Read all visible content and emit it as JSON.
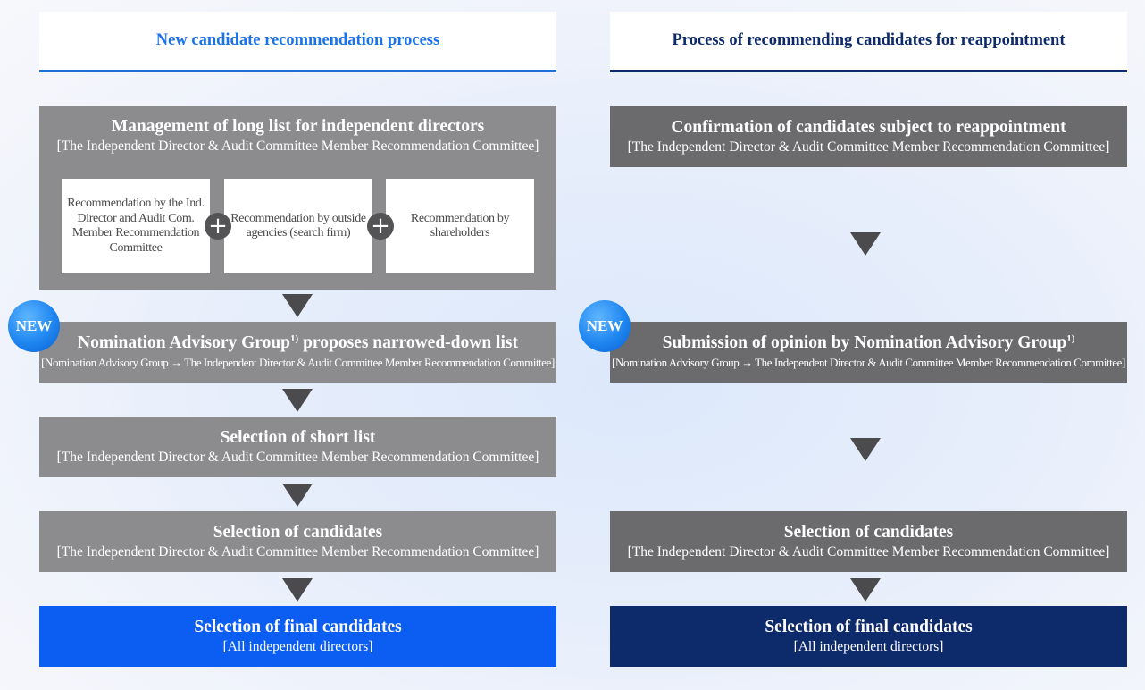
{
  "left": {
    "header": "New candidate recommendation process",
    "long_list": {
      "title": "Management of long list for independent directors",
      "sub": "[The Independent Director & Audit Committee Member Recommendation Committee]",
      "sources": [
        "Recommendation by the Ind. Director and Audit Com. Member Recommendation Committee",
        "Recommendation by outside agencies (search firm)",
        "Recommendation by shareholders"
      ]
    },
    "advisory": {
      "badge": "NEW",
      "title": "Nomination Advisory Group",
      "footnote": "1)",
      "title_rest": " proposes narrowed-down list",
      "sub": "[Nomination Advisory Group → The Independent Director & Audit Committee Member Recommendation Committee]"
    },
    "short_list": {
      "title": "Selection of short list",
      "sub": "[The Independent Director & Audit Committee Member Recommendation Committee]"
    },
    "candidates": {
      "title": "Selection of candidates",
      "sub": "[The Independent Director & Audit Committee Member Recommendation Committee]"
    },
    "final": {
      "title": "Selection of final candidates",
      "sub": "[All independent directors]"
    }
  },
  "right": {
    "header": "Process of recommending candidates for reappointment",
    "confirmation": {
      "title": "Confirmation of candidates subject to reappointment",
      "sub": "[The Independent Director & Audit Committee Member Recommendation Committee]"
    },
    "advisory": {
      "badge": "NEW",
      "title": "Submission of opinion by Nomination Advisory Group",
      "footnote": "1)",
      "sub": "[Nomination Advisory Group → The Independent Director & Audit Committee Member Recommendation Committee]"
    },
    "candidates": {
      "title": "Selection of candidates",
      "sub": "[The Independent Director & Audit Committee Member Recommendation Committee]"
    },
    "final": {
      "title": "Selection of final candidates",
      "sub": "[All independent directors]"
    }
  },
  "colors": {
    "left_accent": "#1a73e8",
    "right_accent": "#0d2a6b",
    "step_gray": "#8c8c8f",
    "step_dark_gray": "#6b6b6e",
    "final_blue": "#0c5ef2",
    "final_navy": "#0d2a6b",
    "badge_blue": "#1f86f0"
  }
}
